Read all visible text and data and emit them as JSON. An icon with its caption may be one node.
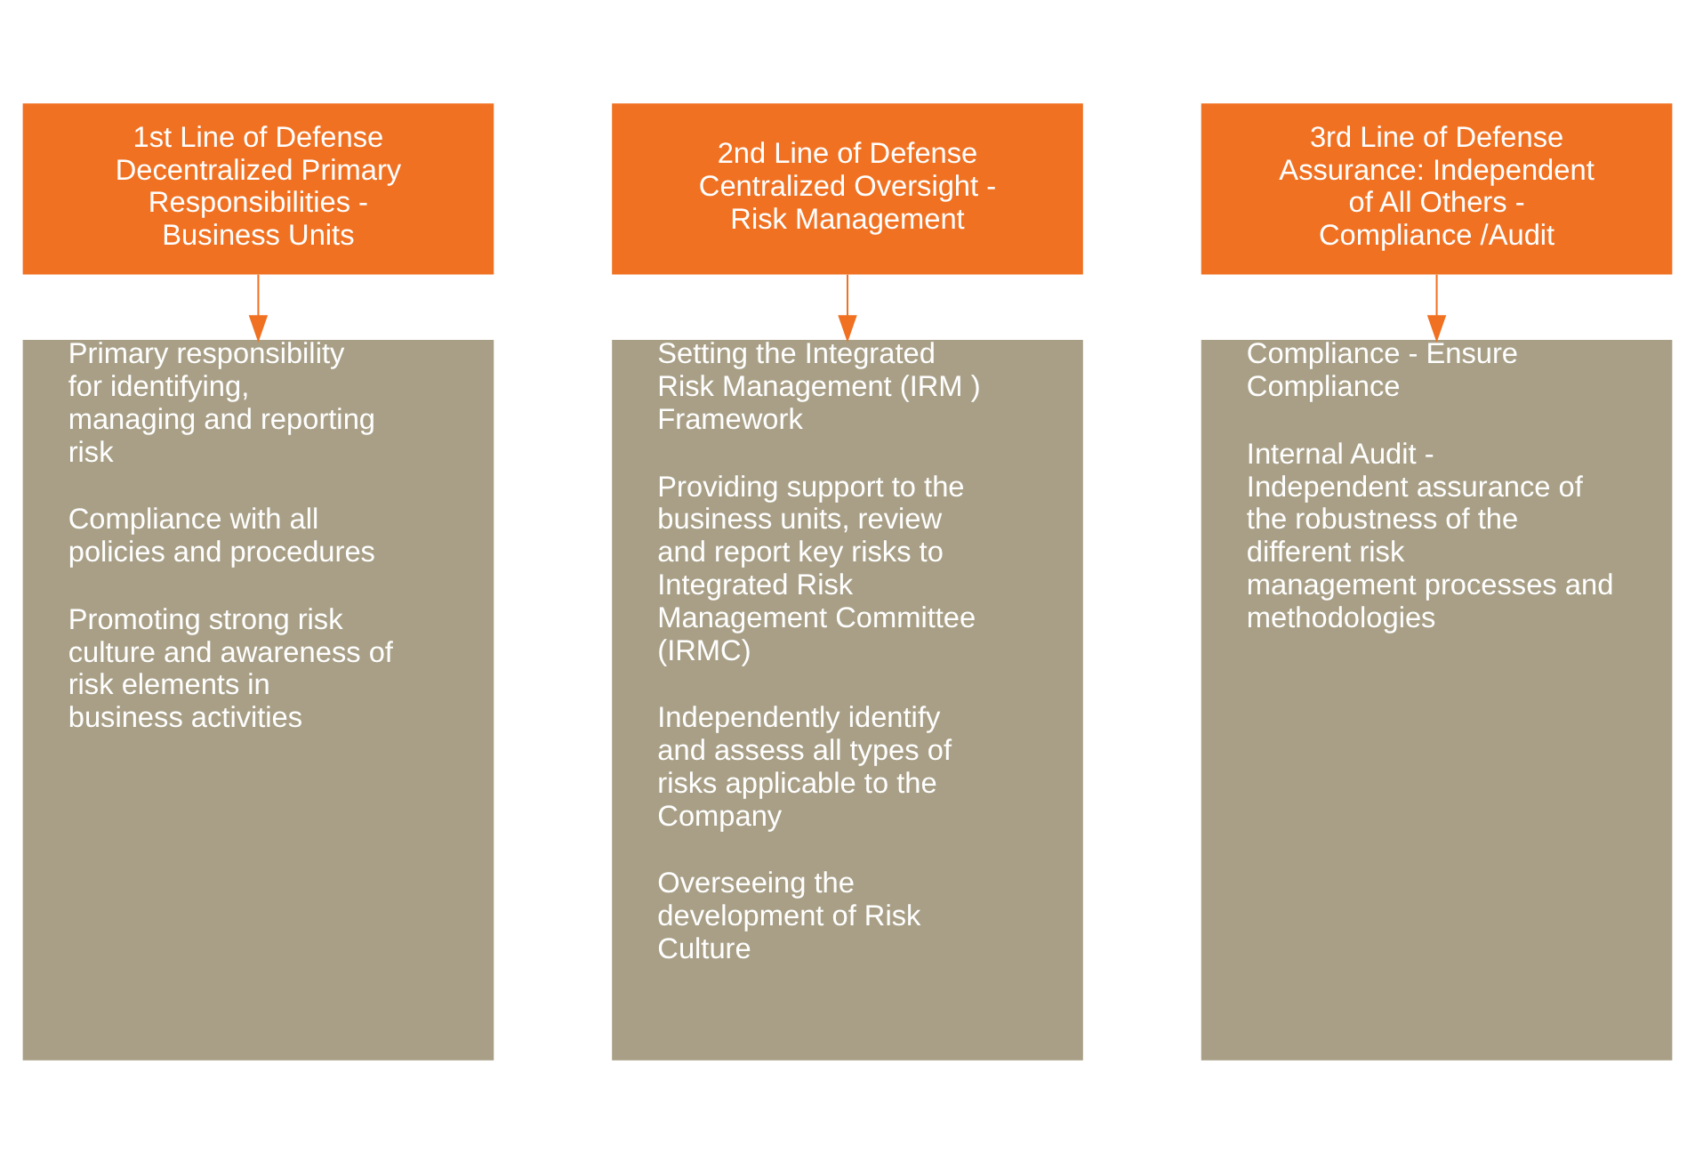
{
  "diagram": {
    "nodes": [
      {
        "text": [
          "1st Line of Defense",
          "Decentralized Primary Responsibilities - Business Units"
        ]
      },
      {
        "text": [
          "2nd Line of Defense",
          "Centralized Oversight - Risk Management"
        ]
      },
      {
        "text": [
          "3rd Line of Defense",
          "Assurance: Independent of All Others - Compliance /Audit"
        ]
      },
      {
        "text": [
          "Primary responsibility for identifying, managing and reporting risk",
          "Compliance with all policies and procedures",
          "Promoting strong risk culture and awareness of risk elements in business activities"
        ]
      },
      {
        "text": [
          "Setting the Integrated Risk Management (IRM ) Framework",
          "Providing support to the business units, review and report key risks to Integrated Risk Management Committee (IRMC)",
          "Independently identify and assess all types of risks applicable to the Company",
          "Overseeing the development of Risk Culture"
        ]
      },
      {
        "text": [
          "Compliance - Ensure Compliance",
          "Internal Audit - Independent assurance of the robustness of the different risk management processes and methodologies"
        ]
      }
    ],
    "edges": [
      {
        "from": 0,
        "to": 3,
        "arrow": "to"
      },
      {
        "from": 1,
        "to": 4,
        "arrow": "to"
      },
      {
        "from": 2,
        "to": 5,
        "arrow": "to"
      }
    ]
  }
}
